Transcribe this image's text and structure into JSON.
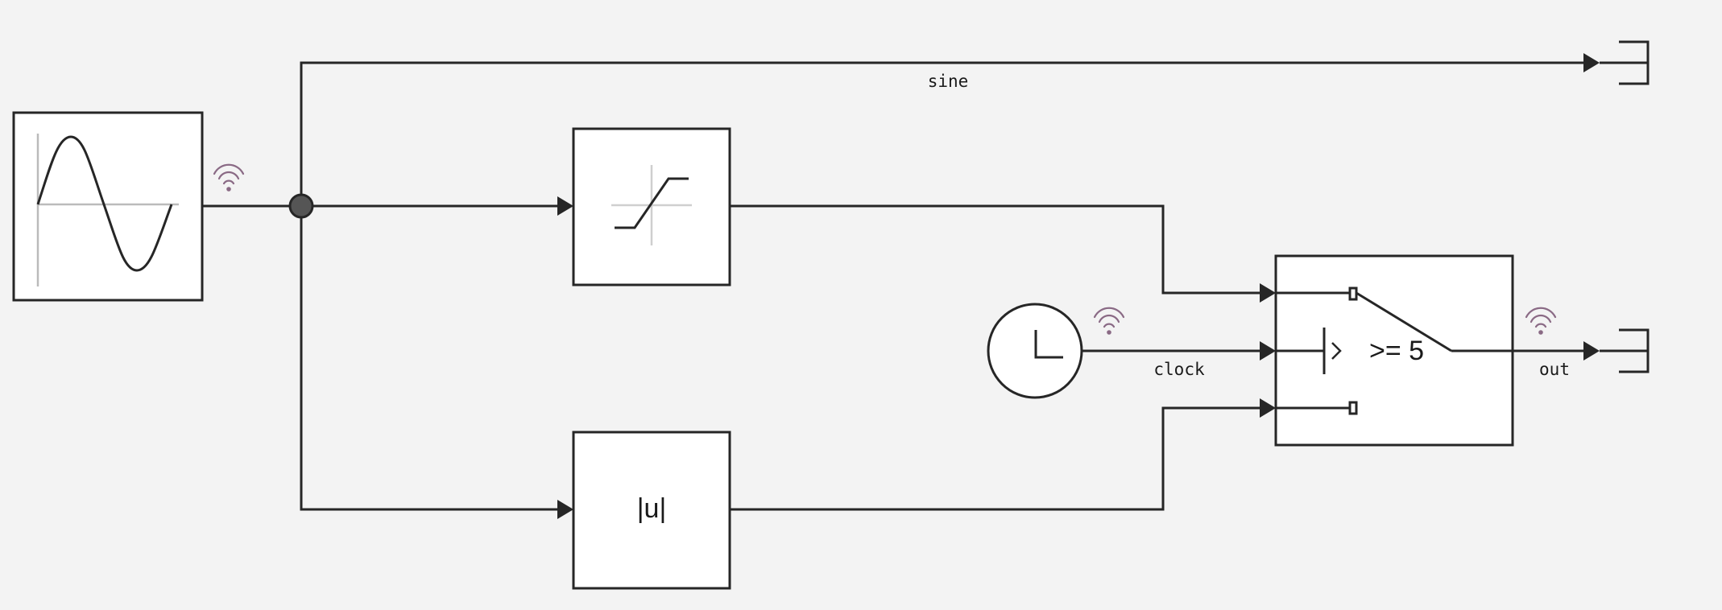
{
  "blocks": {
    "sine_wave": {
      "icon": "sine-wave-icon"
    },
    "saturation": {
      "icon": "saturation-icon"
    },
    "abs": {
      "label": "|u|"
    },
    "clock": {
      "icon": "clock-icon"
    },
    "switch": {
      "threshold_label": ">= 5",
      "icon": "switch-icon"
    },
    "scope_top": {
      "icon": "terminator-icon"
    },
    "scope_out": {
      "icon": "terminator-icon"
    }
  },
  "signals": {
    "sine": "sine",
    "clock": "clock",
    "out": "out"
  },
  "colors": {
    "background": "#f3f3f3",
    "line": "#262626",
    "logging_icon": "#8a6a85",
    "branch_point": "#555555"
  }
}
